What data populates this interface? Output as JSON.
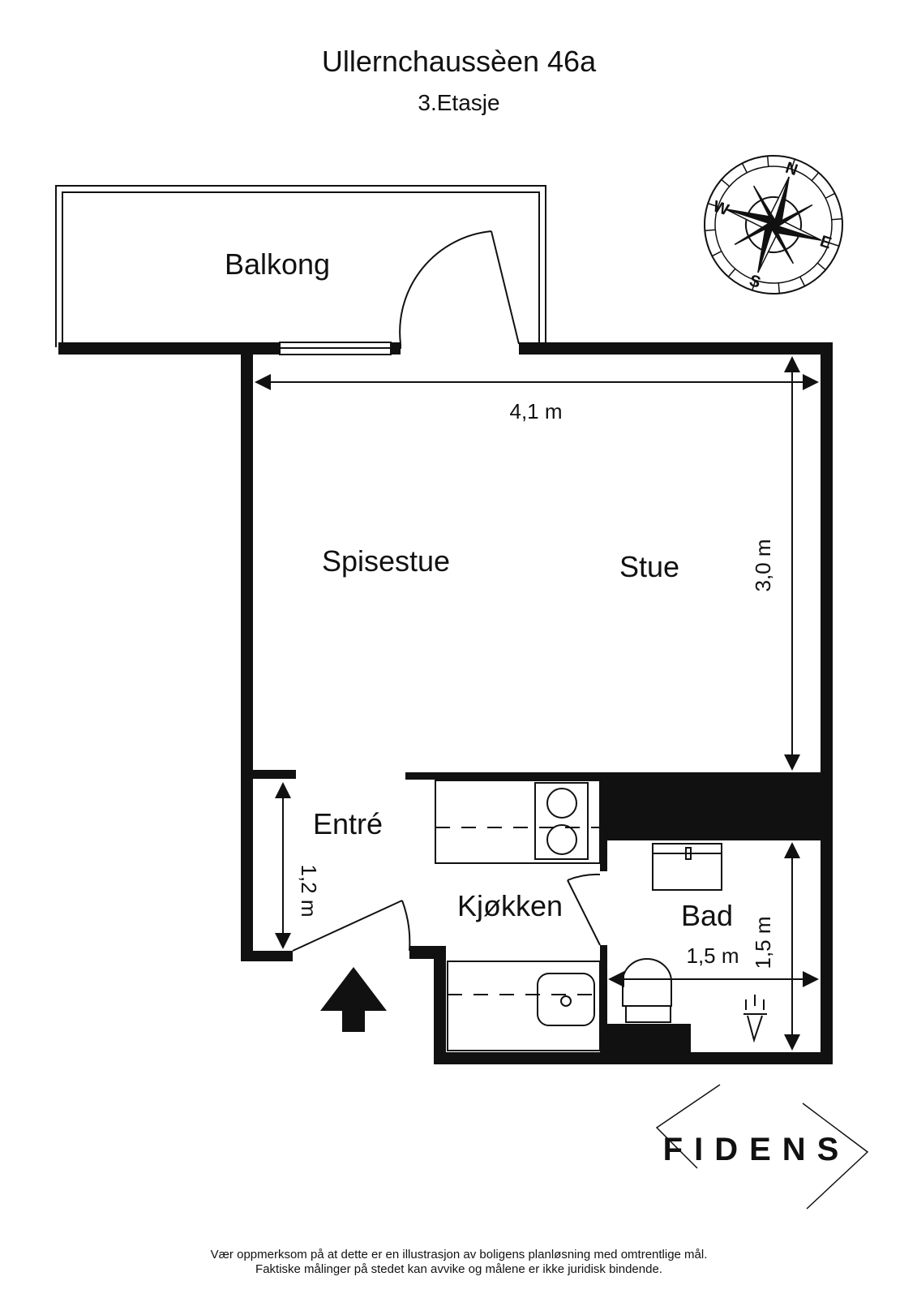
{
  "header": {
    "title": "Ullernchaussèen 46a",
    "floor": "3.Etasje"
  },
  "rooms": {
    "balcony": "Balkong",
    "dining": "Spisestue",
    "living": "Stue",
    "entry": "Entré",
    "kitchen": "Kjøkken",
    "bath": "Bad"
  },
  "dimensions": {
    "living_width": "4,1 m",
    "living_depth": "3,0 m",
    "entry_depth": "1,2 m",
    "bath_width": "1,5 m",
    "bath_depth": "1,5 m"
  },
  "compass": {
    "north": "N",
    "east": "E",
    "south": "S",
    "west": "W"
  },
  "brand": {
    "name": "FIDENS"
  },
  "disclaimer": {
    "line1": "Vær oppmerksom på at dette er en illustrasjon av boligens planløsning med omtrentlige mål.",
    "line2": "Faktiske målinger på stedet kan avvike og målene er ikke juridisk bindende."
  }
}
